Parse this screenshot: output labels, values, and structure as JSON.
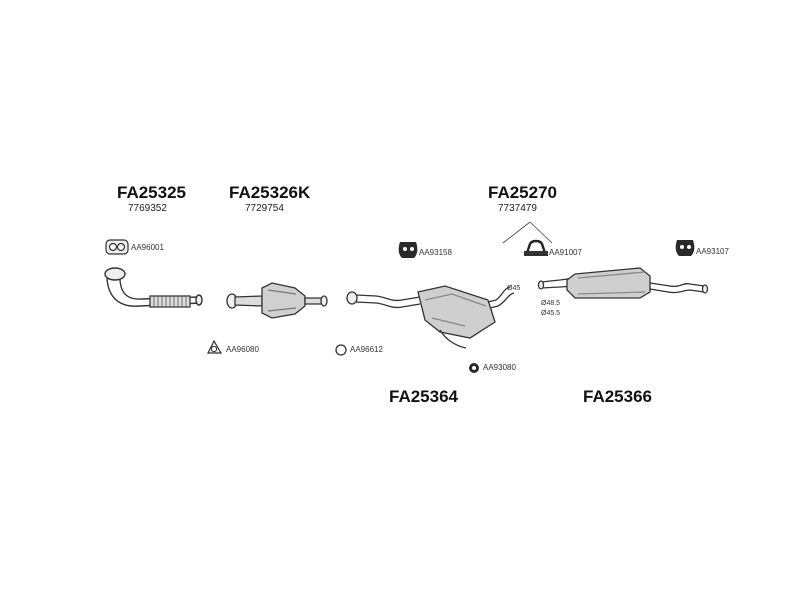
{
  "groups": [
    {
      "code": "FA25325",
      "ref": "7769352"
    },
    {
      "code": "FA25326K",
      "ref": "7729754"
    },
    {
      "code": "FA25270",
      "ref": "7737479"
    },
    {
      "code": "FA25364"
    },
    {
      "code": "FA25366"
    }
  ],
  "parts": {
    "gasket_front": "AA96001",
    "ring_cat": "AA96080",
    "ring_mid": "AA96612",
    "rubber_mid": "AA93158",
    "clamp": "AA91007",
    "rubber_rear": "AA93107",
    "rubber_bottom": "AA93080"
  },
  "diameters": {
    "mid": "Ø45",
    "rear_1": "Ø48.5",
    "rear_2": "Ø45.5"
  }
}
